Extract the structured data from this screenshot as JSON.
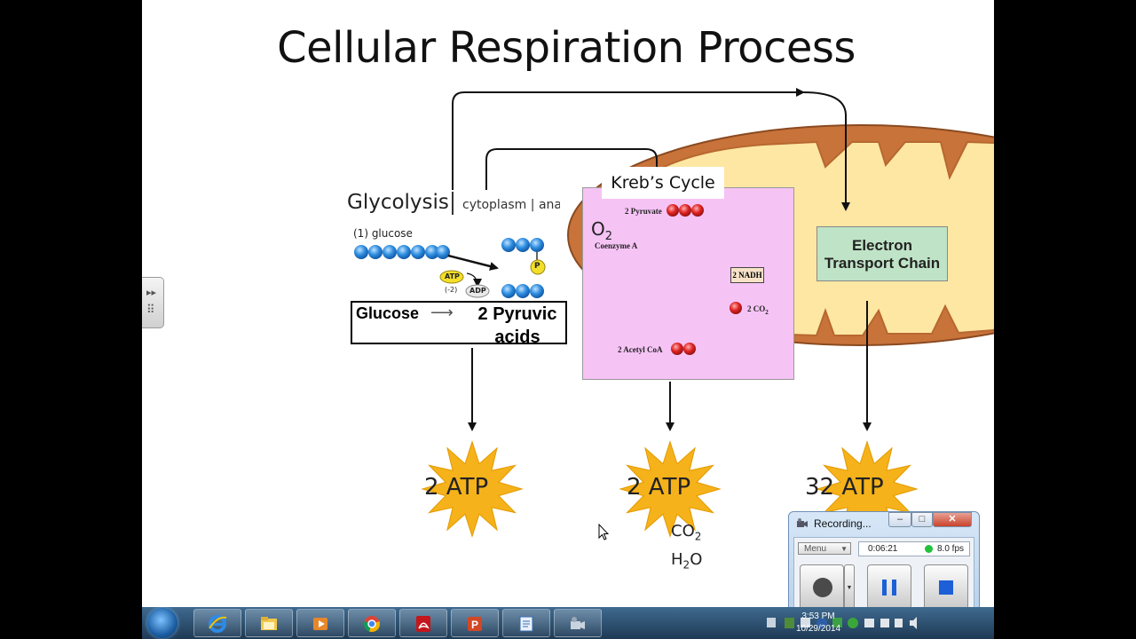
{
  "slide": {
    "title": "Cellular Respiration Process",
    "glycolysis": {
      "title": "Glycolysis",
      "subtitle": "cytoplasm | anae",
      "glucose_label": "(1) glucose",
      "atp_label": "ATP",
      "adp_label": "ADP",
      "p_label": "P",
      "count_label": "(-2)",
      "equation_left": "Glucose",
      "equation_arrow": "⟶",
      "equation_right": "2 Pyruvic acids"
    },
    "krebs": {
      "title": "Kreb’s Cycle",
      "pyruvate": "2 Pyruvate",
      "coenzyme": "Coenzyme A",
      "nadh": "2 NADH",
      "co2": "2 CO",
      "co2_sub": "2",
      "acetyl": "2 Acetyl CoA",
      "o2": "O",
      "o2_sub": "2"
    },
    "etc": {
      "line1": "Electron",
      "line2": "Transport  Chain"
    },
    "atp": {
      "glycolysis": "2 ATP",
      "krebs": "2 ATP",
      "etc": "32 ATP"
    },
    "byproducts": {
      "co2": "CO",
      "co2_sub": "2",
      "h2o_h": "H",
      "h2o_sub": "2",
      "h2o_o": "O"
    }
  },
  "recorder": {
    "title": "Recording...",
    "menu_label": "Menu",
    "elapsed": "0:06:21",
    "fps": "8.0 fps"
  },
  "taskbar": {
    "time": "3:53 PM",
    "date": "10/29/2014",
    "apps": [
      "internet-explorer",
      "file-explorer",
      "media-player",
      "chrome",
      "adobe-reader",
      "powerpoint",
      "notes",
      "recorder"
    ]
  },
  "colors": {
    "mito_outer": "#c8733a",
    "mito_inner": "#fde7a3",
    "krebs_bg": "#f6c3f5",
    "etc_bg": "#bfe3c6",
    "atp_star": "#f5b21a",
    "arrow_blue": "#0a1fd8"
  }
}
